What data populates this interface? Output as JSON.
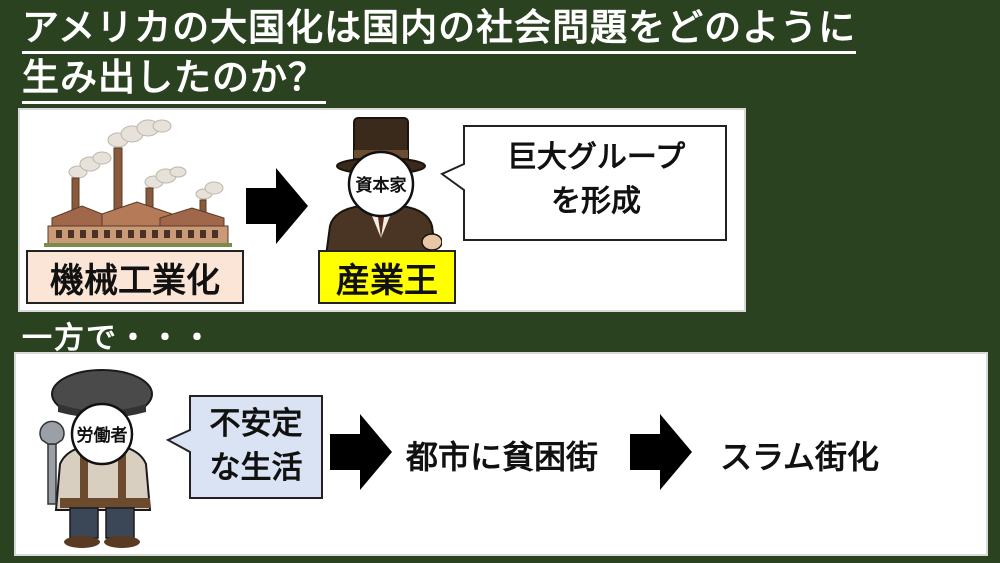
{
  "title": {
    "line1": "アメリカの大国化は国内の社会問題をどのように",
    "line2": "生み出したのか？"
  },
  "panel_top": {
    "factory_label": "機械工業化",
    "capitalist_face": "資本家",
    "king_label": "産業王",
    "bubble_line1": "巨大グループ",
    "bubble_line2": "を形成"
  },
  "divider_text": "一方で・・・",
  "panel_bottom": {
    "worker_face": "労働者",
    "bubble_line1": "不安定",
    "bubble_line2": "な生活",
    "step1": "都市に貧困街",
    "step2": "スラム街化"
  },
  "colors": {
    "background": "#2b4221",
    "factory_label_bg": "#fbe5d6",
    "king_label_bg": "#ffff00",
    "worker_bubble_bg": "#dae3f3"
  }
}
